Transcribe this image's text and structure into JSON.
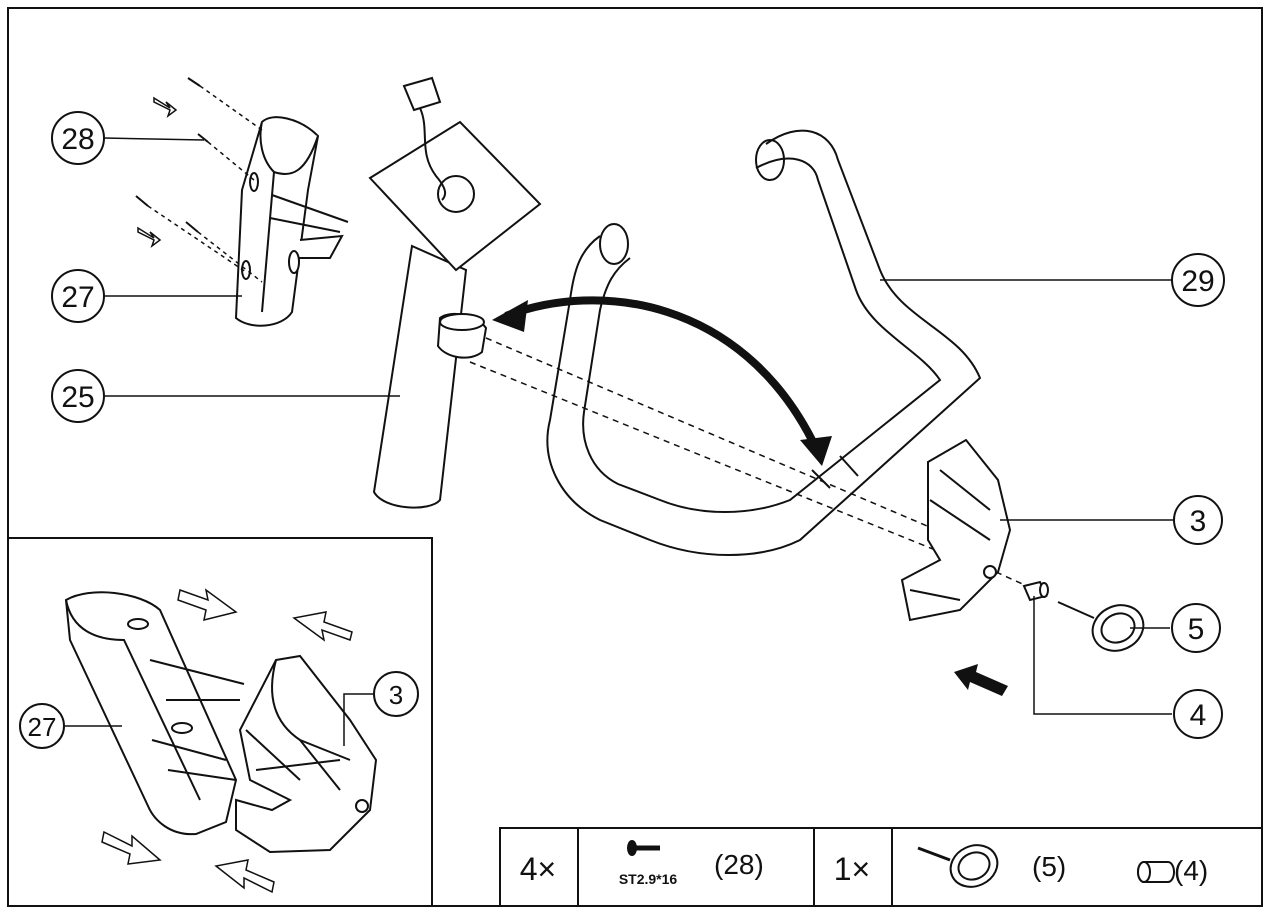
{
  "callouts": {
    "c28": "28",
    "c27": "27",
    "c25": "25",
    "c29": "29",
    "c3": "3",
    "c5": "5",
    "c4": "4",
    "inset_c27": "27",
    "inset_c3": "3"
  },
  "hardware_legend": {
    "screw_qty": "4×",
    "screw_spec": "ST2.9*16",
    "screw_ref": "(28)",
    "cap_qty": "1×",
    "cap_ref": "(5)",
    "spacer_ref": "(4)"
  },
  "colors": {
    "line": "#111111",
    "background": "#ffffff"
  }
}
